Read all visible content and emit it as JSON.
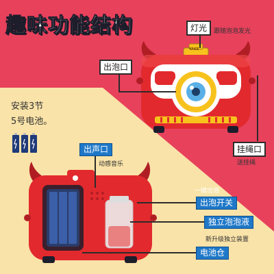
{
  "title": "趣味功能结构",
  "labels": {
    "light": "灯光",
    "light_note": "跟随泡泡发光",
    "bubble_out": "出泡口",
    "lanyard": "挂绳口",
    "lanyard_note": "送挂绳",
    "install_line1": "安装3节",
    "install_line2": "5号电池。",
    "sound": "出声口",
    "sound_note": "动感音乐",
    "one_key_note": "一键出泡",
    "bubble_switch": "出泡开关",
    "bubble_liquid": "独立泡泡液",
    "liquid_note": "新升级独立装置",
    "battery": "电池仓"
  },
  "camera_plate": "YAKE",
  "colors": {
    "background": "#e8415c",
    "cream": "#f9e3a8",
    "camera_red": "#e22a2e",
    "label_blue": "#1f78c8",
    "lens_yellow": "#f8c21d"
  }
}
